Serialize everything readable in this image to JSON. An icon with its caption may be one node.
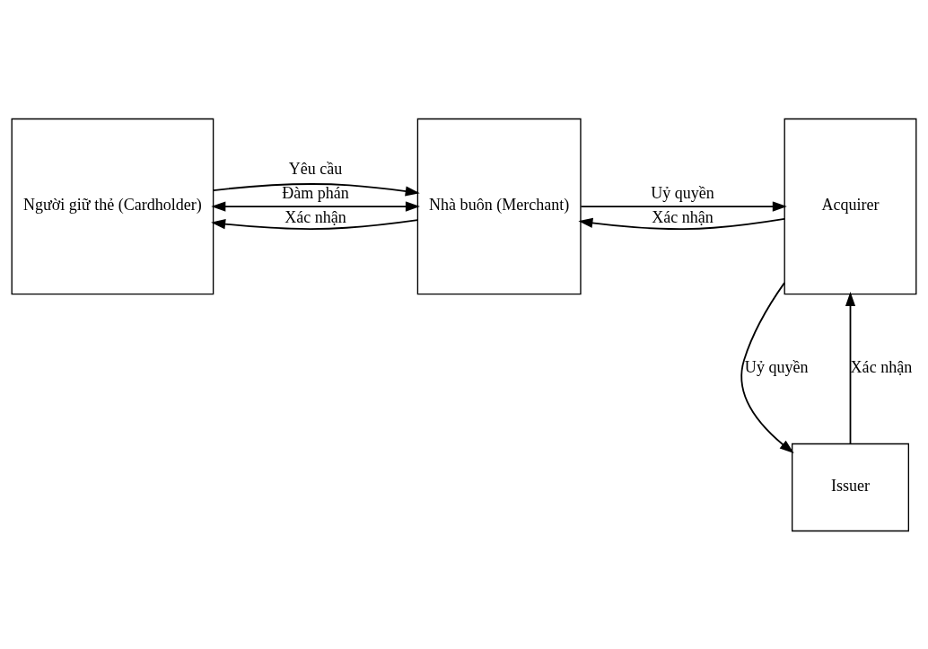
{
  "diagram": {
    "nodes": [
      {
        "text": [
          "Người giữ thẻ (Cardholder)"
        ]
      },
      {
        "text": [
          "Nhà buôn (Merchant)"
        ]
      },
      {
        "text": [
          "Acquirer"
        ]
      },
      {
        "text": [
          "Issuer"
        ]
      }
    ],
    "edges": [
      {
        "from": 0,
        "to": 1,
        "arrow": "both",
        "label": "Đàm phán"
      },
      {
        "from": 0,
        "to": 1,
        "arrow": "to",
        "label": "Yêu cầu"
      },
      {
        "from": 1,
        "to": 0,
        "arrow": "to",
        "label": "Xác nhận"
      },
      {
        "from": 1,
        "to": 2,
        "arrow": "to",
        "label": "Uỷ quyền"
      },
      {
        "from": 2,
        "to": 1,
        "arrow": "to",
        "label": "Xác nhận"
      },
      {
        "from": 2,
        "to": 3,
        "arrow": "to",
        "label": "Uỷ quyền"
      },
      {
        "from": 3,
        "to": 2,
        "arrow": "to",
        "label": "Xác nhận"
      }
    ]
  }
}
